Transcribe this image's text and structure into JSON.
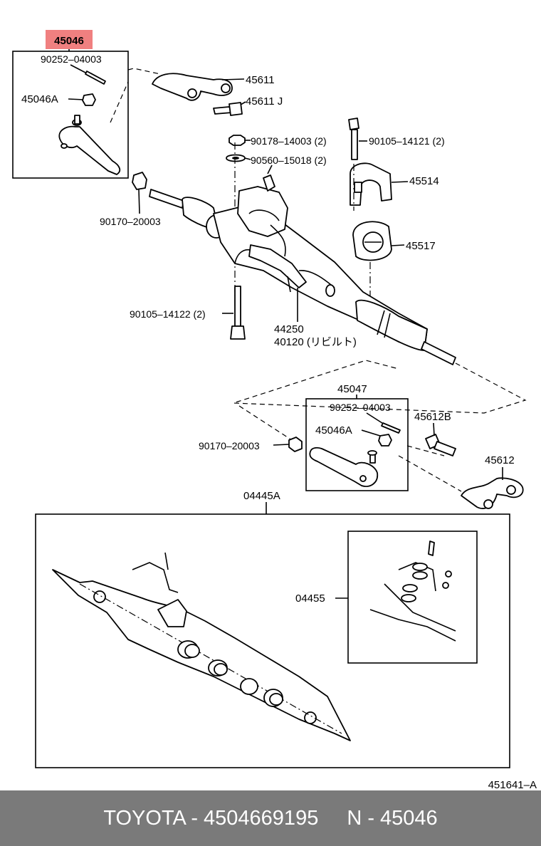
{
  "diagram": {
    "highlight": {
      "text": "45046",
      "color": "#f08080"
    },
    "labels": {
      "p90252_top": "90252–04003",
      "p45046A_top": "45046A",
      "p45611": "45611",
      "p45611J": "45611 J",
      "p90178": "90178–14003 (2)",
      "p90105a": "90105–14121 (2)",
      "p90560": "90560–15018 (2)",
      "p45514": "45514",
      "p90170_top": "90170–20003",
      "p45517": "45517",
      "p90105b": "90105–14122 (2)",
      "p44250": "44250",
      "p40120": "40120 (リビルト)",
      "p45047": "45047",
      "p90252_bot": "90252–04003",
      "p45612B": "45612B",
      "p45046A_bot": "45046A",
      "p90170_bot": "90170–20003",
      "p45612": "45612",
      "p04445A": "04445A",
      "p04455": "04455",
      "ref": "451641–A"
    }
  },
  "footer": {
    "brand": "TOYOTA - 4504669195",
    "code": "N - 45046",
    "bg_color": "#7a7a7a"
  }
}
